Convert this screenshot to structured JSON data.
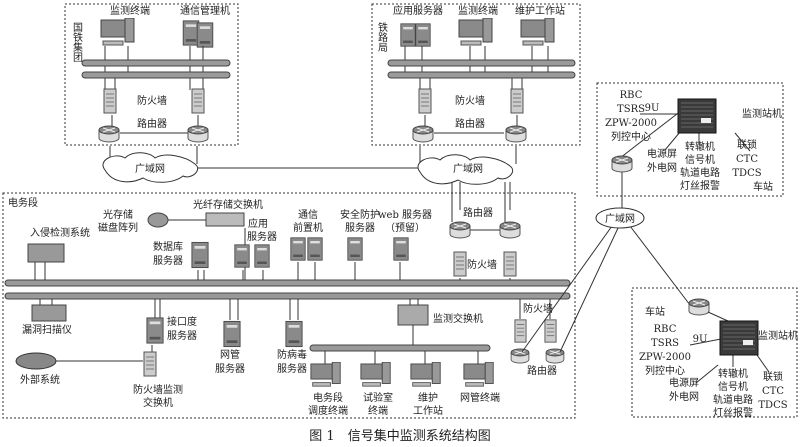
{
  "caption": "图 1　信号集中监测系统结构图",
  "group": {
    "title": "国铁集团",
    "monitor_terminal": "监测终端",
    "comm_manager": "通信管理机",
    "firewall": "防火墙",
    "router": "路由器"
  },
  "bureau": {
    "title": "铁路局",
    "app_server": "应用服务器",
    "monitor_terminal": "监测终端",
    "maint_station": "维护工作站",
    "firewall": "防火墙",
    "router": "路由器"
  },
  "wan": "广域网",
  "depot": {
    "title": "电务段",
    "ids": "入侵检测系统",
    "vuln_scanner": "漏洞扫描仪",
    "external": "外部系统",
    "fw_switch": [
      "防火墙监测",
      "交换机"
    ],
    "interface_server": [
      "接口度",
      "服务器"
    ],
    "storage": [
      "光存储",
      "磁盘阵列"
    ],
    "fc_switch": "光纤存储交换机",
    "db_server": [
      "数据库",
      "服务器"
    ],
    "app_server": [
      "应用",
      "服务器"
    ],
    "comm_front": [
      "通信",
      "前置机"
    ],
    "security_server": [
      "安全防护",
      "服务器"
    ],
    "web_server": [
      "web 服务器",
      "（预留）"
    ],
    "router": "路由器",
    "firewall": "防火墙",
    "nms_server": [
      "网管",
      "服务器"
    ],
    "av_server": [
      "防病毒",
      "服务器"
    ],
    "monitor_switch": "监测交换机",
    "terminals": [
      [
        "电务段",
        "调度终端"
      ],
      [
        "试验室",
        "终端"
      ],
      [
        "维护",
        "工作站"
      ],
      [
        "网管终端"
      ]
    ],
    "firewall2": "防火墙",
    "router2": "路由器"
  },
  "station": {
    "title": "车站",
    "systems": [
      "RBC",
      "TSRS",
      "ZPW-2000",
      "列控中心"
    ],
    "rack": "9U",
    "station_pc": "监测站机",
    "power": [
      "电源屏",
      "外电网"
    ],
    "field": [
      "转辙机",
      "信号机",
      "轨道电路",
      "灯丝报警"
    ],
    "interlock": [
      "联锁",
      "CTC",
      "TDCS"
    ]
  },
  "colors": {
    "device": "#8a8a8a",
    "pipe": "#9a9a9a",
    "rack": "#3a3a3a"
  }
}
